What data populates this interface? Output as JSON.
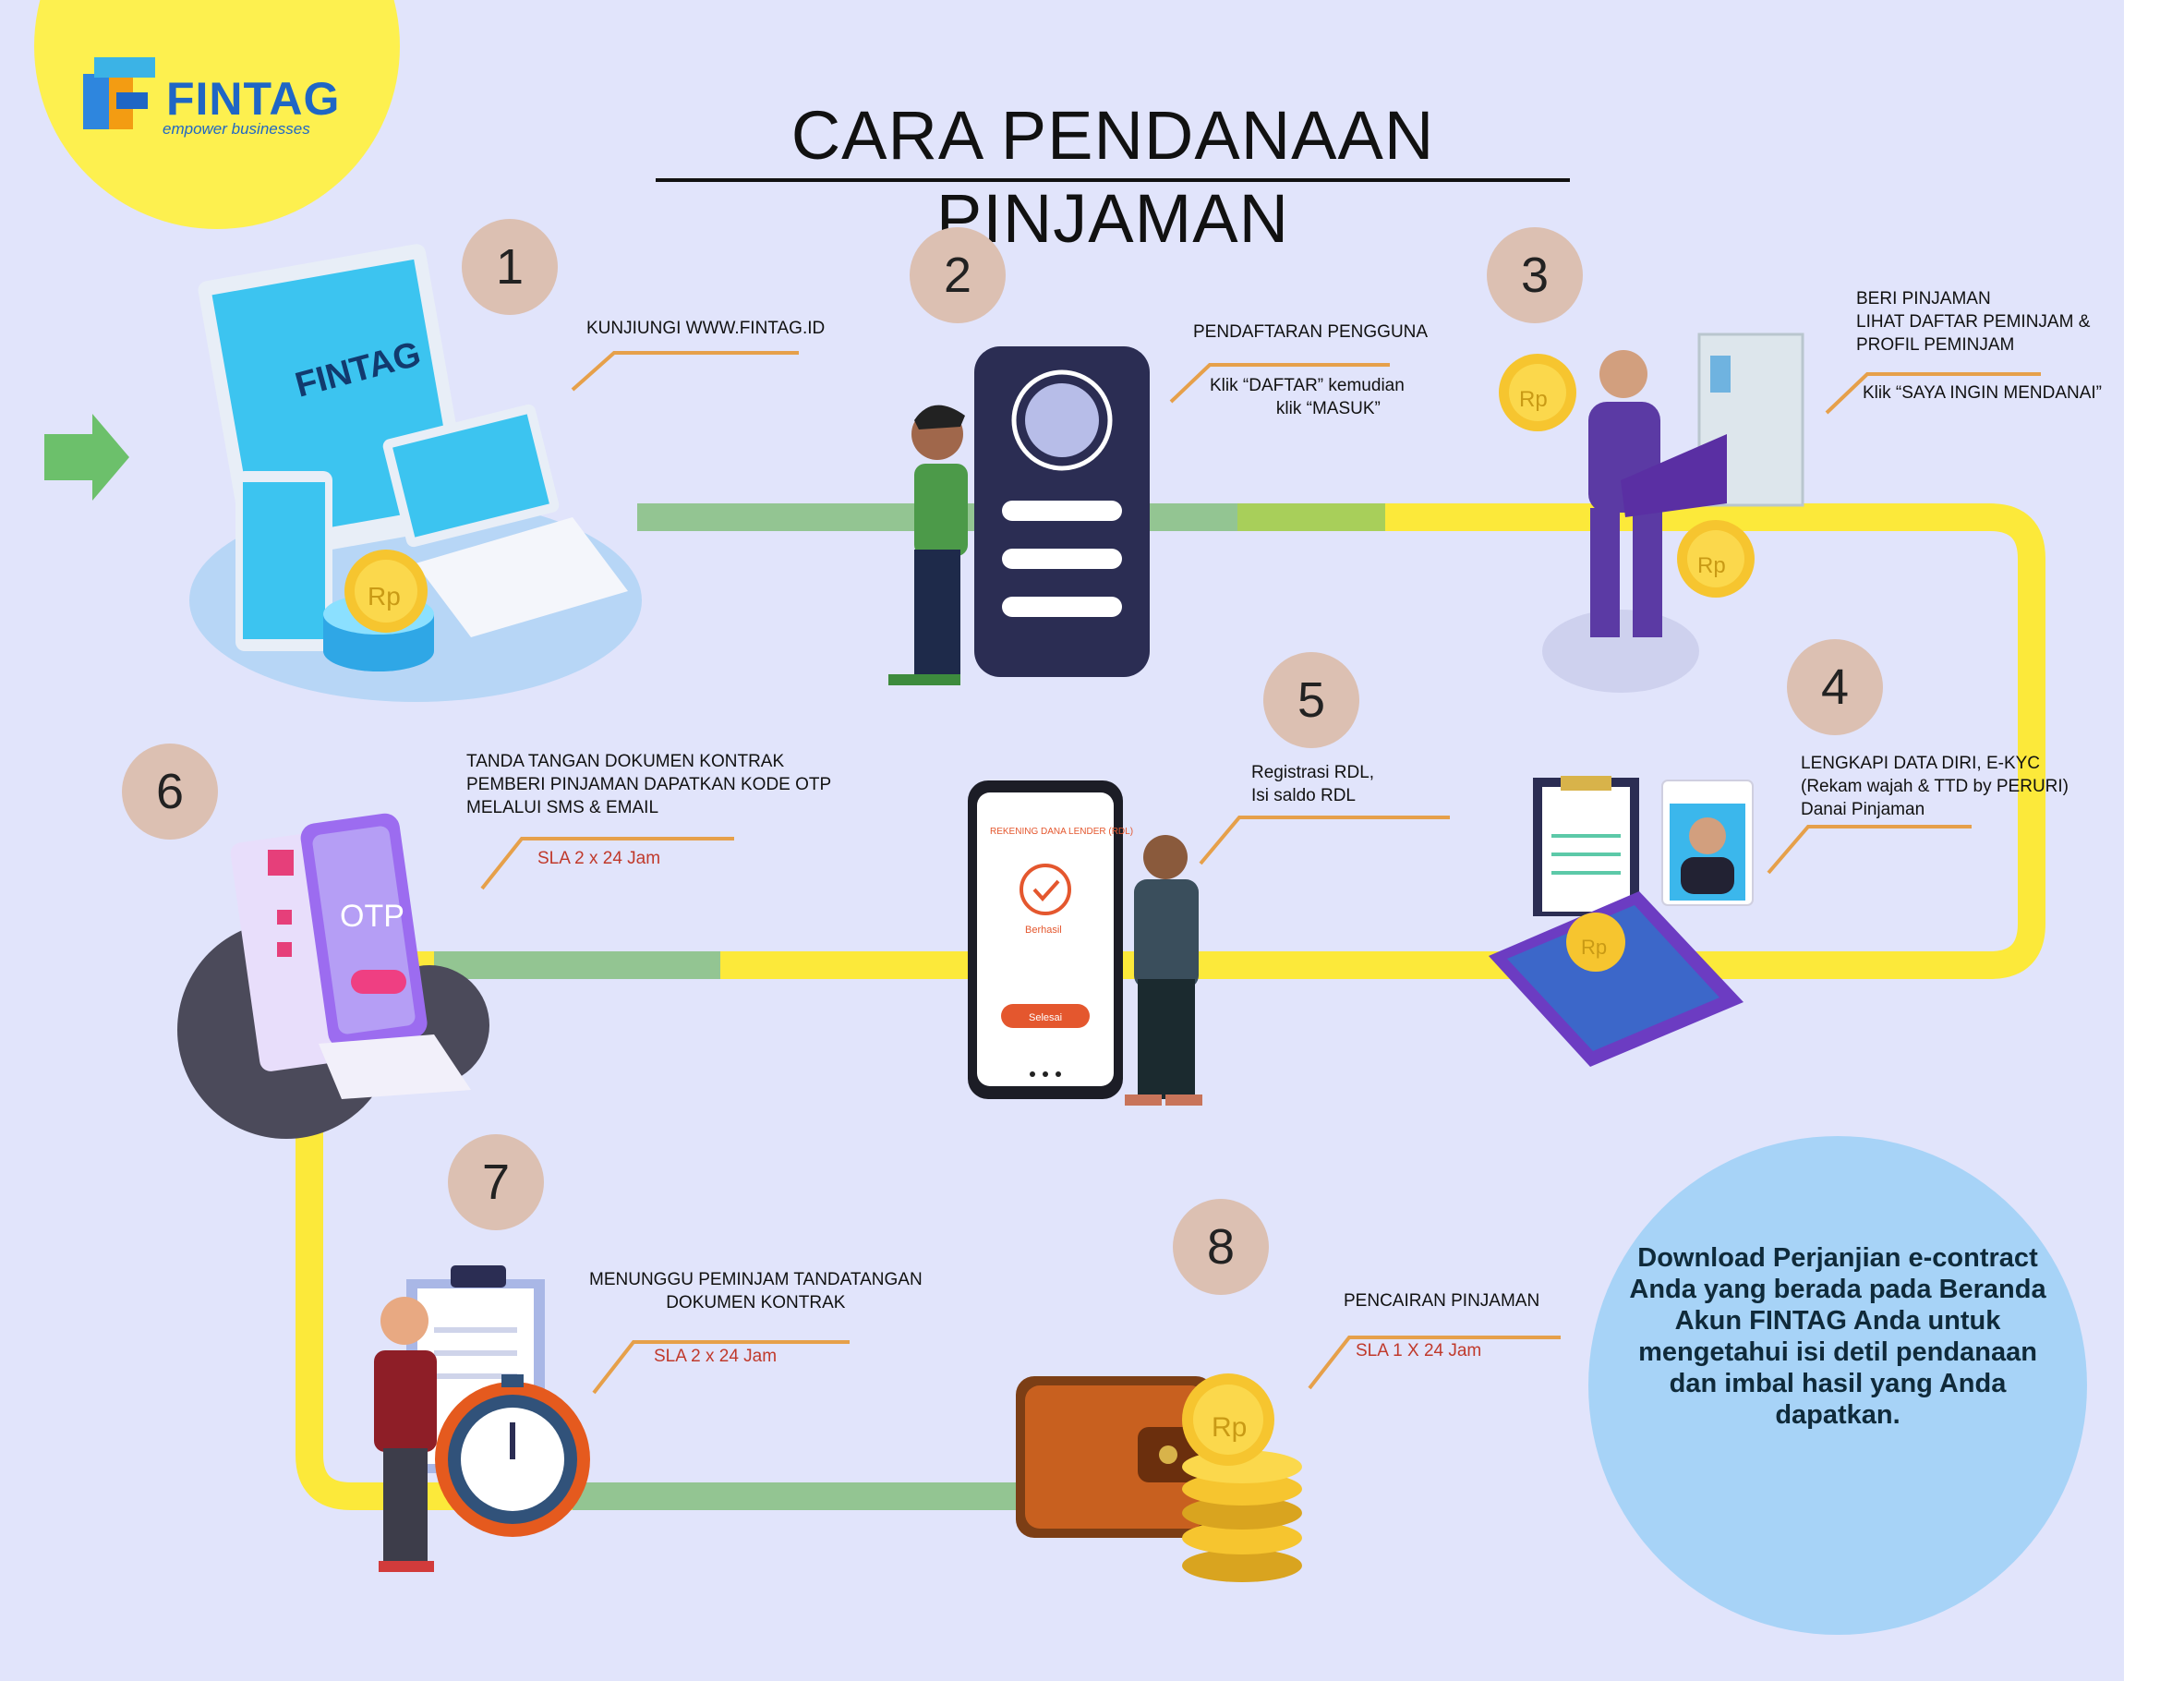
{
  "brand": {
    "name": "FINTAG",
    "tagline": "empower businesses"
  },
  "title": "CARA PENDANAAN PINJAMAN",
  "illustration_labels": {
    "screen_brand": "FINTAG",
    "coin_currency": "Rp",
    "otp": "OTP",
    "phone_header": "REKENING DANA LENDER (RDL)",
    "phone_status": "Berhasil",
    "phone_button": "Selesai"
  },
  "steps": [
    {
      "number": "1",
      "lines": [
        "KUNJIUNGI WWW.FINTAG.ID"
      ]
    },
    {
      "number": "2",
      "lines": [
        "PENDAFTARAN PENGGUNA",
        "Klik “DAFTAR” kemudian",
        "klik “MASUK”"
      ]
    },
    {
      "number": "3",
      "lines": [
        "BERI PINJAMAN",
        "LIHAT DAFTAR PEMINJAM &",
        "PROFIL PEMINJAM",
        "Klik “SAYA INGIN MENDANAI”"
      ]
    },
    {
      "number": "4",
      "lines": [
        "LENGKAPI DATA DIRI, E-KYC",
        "(Rekam wajah & TTD by PERURI)",
        "Danai Pinjaman"
      ]
    },
    {
      "number": "5",
      "lines": [
        "Registrasi RDL,",
        "Isi saldo RDL"
      ]
    },
    {
      "number": "6",
      "lines": [
        "TANDA TANGAN DOKUMEN KONTRAK",
        "PEMBERI PINJAMAN DAPATKAN KODE OTP",
        "MELALUI SMS & EMAIL"
      ],
      "sla": "SLA 2 x 24 Jam"
    },
    {
      "number": "7",
      "lines": [
        "MENUNGGU PEMINJAM TANDATANGAN",
        "DOKUMEN KONTRAK"
      ],
      "sla": "SLA 2 x 24 Jam"
    },
    {
      "number": "8",
      "lines": [
        "PENCAIRAN PINJAMAN"
      ],
      "sla": "SLA 1 X 24 Jam"
    }
  ],
  "info_box": "Download Perjanjian e-contract Anda yang berada pada Beranda Akun FINTAG Anda untuk mengetahui isi detil pendanaan dan imbal hasil yang Anda dapatkan.",
  "colors": {
    "background": "#e1e4fb",
    "path_yellow": "#fce93a",
    "path_green": "#93c592",
    "number_badge": "#dcc0b2",
    "info_circle": "#a7d3f7",
    "brand_blue": "#1f66c5",
    "sla_red": "#c0392b"
  }
}
